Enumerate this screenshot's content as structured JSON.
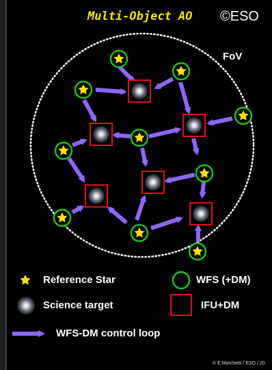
{
  "title": "Multi-Object AO",
  "copyright": "©ESO",
  "fov_label": "FoV",
  "legend": {
    "reference_star": "Reference Star",
    "wfs": "WFS (+DM)",
    "science_target": "Science target",
    "ifu": "IFU+DM",
    "control_loop": "WFS-DM control loop"
  },
  "credit": "© E.Marchetti / ESO / 20",
  "colors": {
    "star": "#f5e400",
    "wfs_ring": "#19c41b",
    "ifu_box": "#e0101a",
    "arrow": "#8f66ff",
    "title": "#f2e500"
  }
}
